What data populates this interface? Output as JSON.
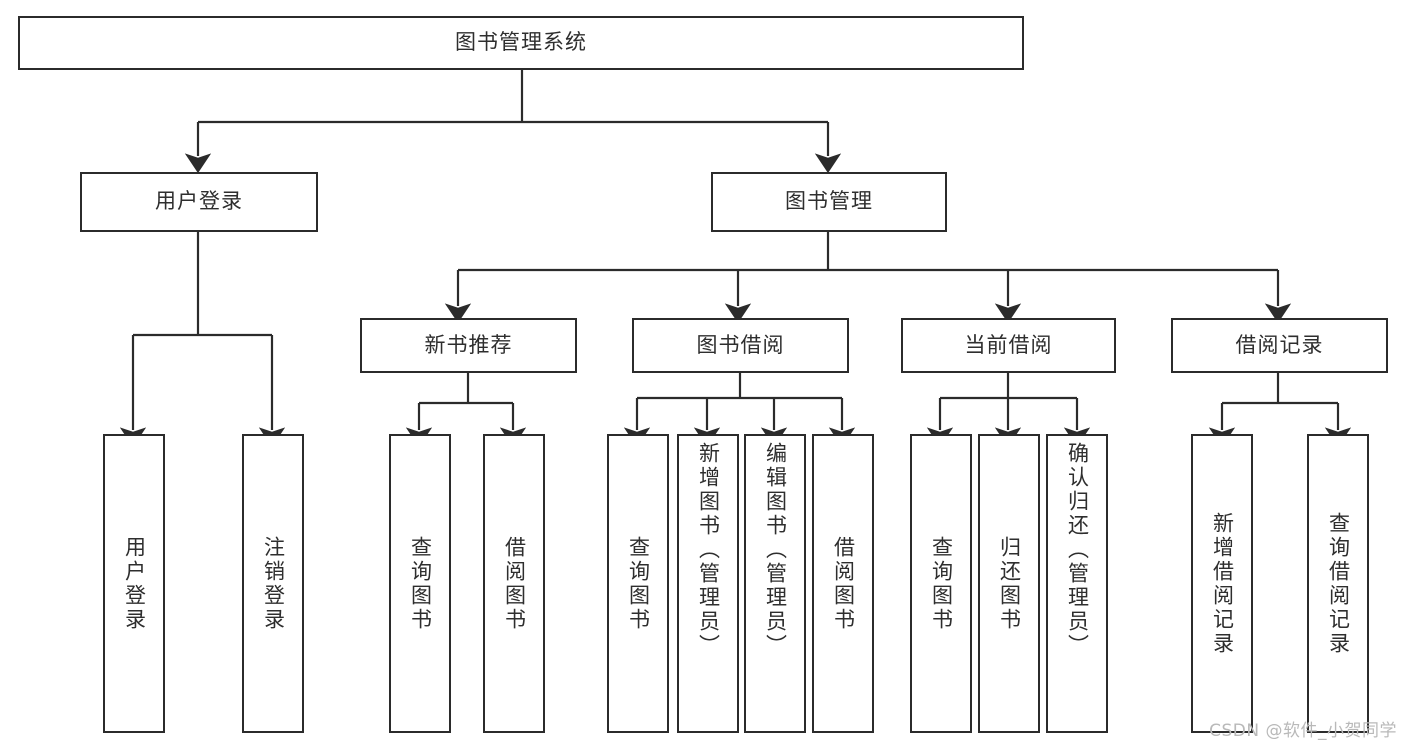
{
  "diagram": {
    "title": "图书管理系统",
    "type": "tree-hierarchy",
    "stroke_color": "#2b2b2b",
    "text_color": "#2e2e2e",
    "background_color": "#ffffff",
    "watermark": "CSDN @软件_小贺同学"
  },
  "root": {
    "label": "图书管理系统"
  },
  "level2": [
    {
      "label": "用户登录"
    },
    {
      "label": "图书管理"
    }
  ],
  "level3": [
    {
      "label": "新书推荐"
    },
    {
      "label": "图书借阅"
    },
    {
      "label": "当前借阅"
    },
    {
      "label": "借阅记录"
    }
  ],
  "leaves": {
    "user_login": [
      {
        "label": "用户登录"
      },
      {
        "label": "注销登录"
      }
    ],
    "new_book_recommend": [
      {
        "label": "查询图书"
      },
      {
        "label": "借阅图书"
      }
    ],
    "book_borrow": [
      {
        "label": "查询图书"
      },
      {
        "label": "新增图书（管理员）"
      },
      {
        "label": "编辑图书（管理员）"
      },
      {
        "label": "借阅图书"
      }
    ],
    "current_borrow": [
      {
        "label": "查询图书"
      },
      {
        "label": "归还图书"
      },
      {
        "label": "确认归还（管理员）"
      }
    ],
    "borrow_record": [
      {
        "label": "新增借阅记录"
      },
      {
        "label": "查询借阅记录"
      }
    ]
  }
}
